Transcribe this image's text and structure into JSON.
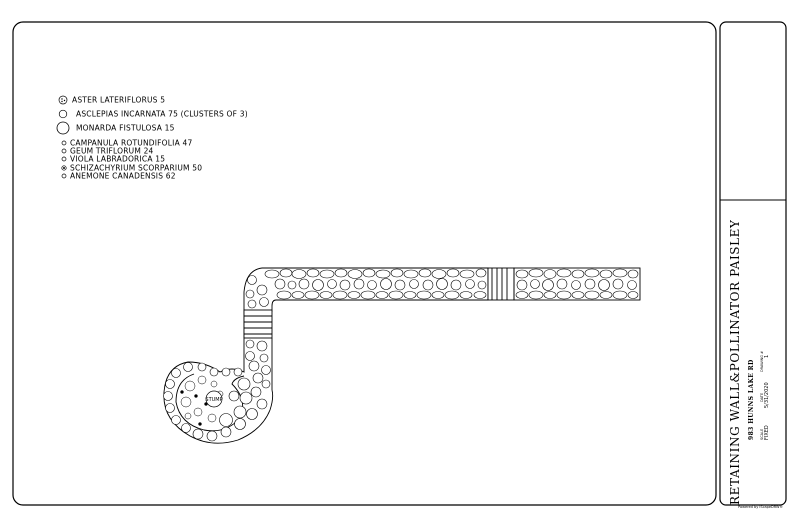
{
  "legend": [
    {
      "symbol": "aster-symbol",
      "label": "ASTER LATERIFLORUS 5"
    },
    {
      "symbol": "asclepias-symbol",
      "label": "ASCLEPIAS INCARNATA 75 (CLUSTERS OF 3)"
    },
    {
      "symbol": "monarda-symbol",
      "label": "MONARDA FISTULOSA 15"
    },
    {
      "symbol": "small-circle-symbol",
      "label": "CAMPANULA ROTUNDIFOLIA 47"
    },
    {
      "symbol": "small-circle-symbol",
      "label": "GEUM TRIFLORUM 24"
    },
    {
      "symbol": "small-circle-symbol",
      "label": "VIOLA LABRADORICA 15"
    },
    {
      "symbol": "dot-circle-symbol",
      "label": "SCHIZACHYRIUM SCORPARIUM 50"
    },
    {
      "symbol": "small-circle-symbol",
      "label": "ANEMONE CANADENSIS 62"
    }
  ],
  "plan": {
    "stump_label": "STUMP"
  },
  "title_block": {
    "title": "RETAINING WALL&POLLINATOR PAISLEY",
    "address": "983 HUNNS LAKE RD",
    "scale_label": "SCALE",
    "scale_value": "FIXED",
    "date_label": "DATE",
    "date_value": "5/31/2020",
    "drawing_label": "DRAWING #",
    "drawing_value": "1",
    "powered_by": "Powered by iScapeDRW®"
  },
  "colors": {
    "line": "#000000",
    "background": "#ffffff",
    "stone_fill": "#ffffff"
  }
}
